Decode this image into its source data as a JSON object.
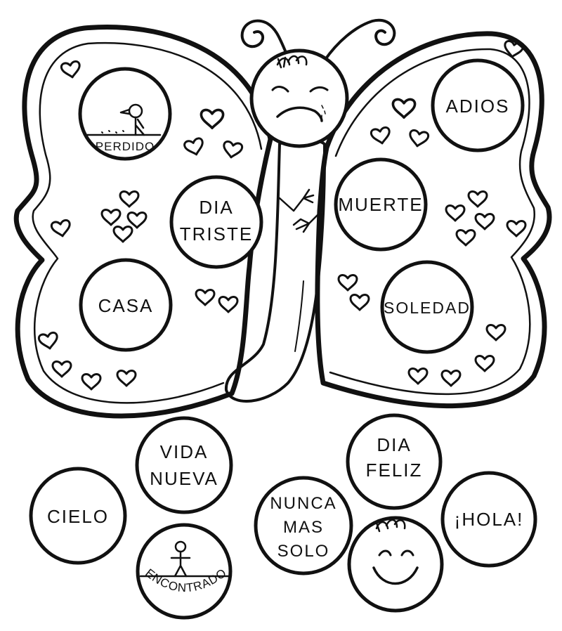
{
  "wings": {
    "perdido": "PERDIDO",
    "adios": "ADIOS",
    "dia_triste_1": "DIA",
    "dia_triste_2": "TRISTE",
    "muerte": "MUERTE",
    "casa": "CASA",
    "soledad": "SOLEDAD"
  },
  "bottom": {
    "vida_nueva_1": "VIDA",
    "vida_nueva_2": "NUEVA",
    "dia_feliz_1": "DIA",
    "dia_feliz_2": "FELIZ",
    "cielo": "CIELO",
    "nunca_mas_solo_1": "NUNCA",
    "nunca_mas_solo_2": "MAS",
    "nunca_mas_solo_3": "SOLO",
    "hola": "¡HOLA!",
    "encontrado": "ENCONTRADO"
  },
  "colors": {
    "ink": "#111111",
    "paper": "#ffffff"
  }
}
